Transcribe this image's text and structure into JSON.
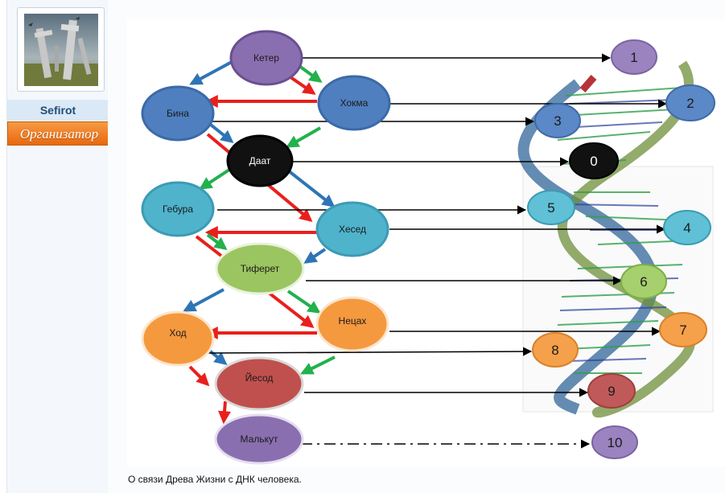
{
  "user": {
    "username": "Sefirot",
    "rank": "Организатор"
  },
  "post": {
    "caption": "О связи Древа Жизни с ДНК человека."
  },
  "diagram": {
    "sefirot": {
      "keter": "Кетер",
      "chokhma": "Хокма",
      "bina": "Бина",
      "daat": "Даат",
      "gebura": "Гебура",
      "hesed": "Хесед",
      "tiferet": "Тиферет",
      "hod": "Ход",
      "netzach": "Нецах",
      "yesod": "Йесод",
      "malkhut": "Малькут"
    },
    "dna_nodes": {
      "n0": "0",
      "n1": "1",
      "n2": "2",
      "n3": "3",
      "n4": "4",
      "n5": "5",
      "n6": "6",
      "n7": "7",
      "n8": "8",
      "n9": "9",
      "n10": "10"
    },
    "colors": {
      "purple": "#8a6fb0",
      "blue": "#4f7fbf",
      "black": "#111111",
      "teal": "#4fb3cc",
      "green": "#9bc560",
      "orange": "#f5993f",
      "red": "#c0504d",
      "arrow_red": "#e8201c",
      "arrow_blue": "#2e75b6",
      "arrow_green": "#22b14c"
    }
  }
}
